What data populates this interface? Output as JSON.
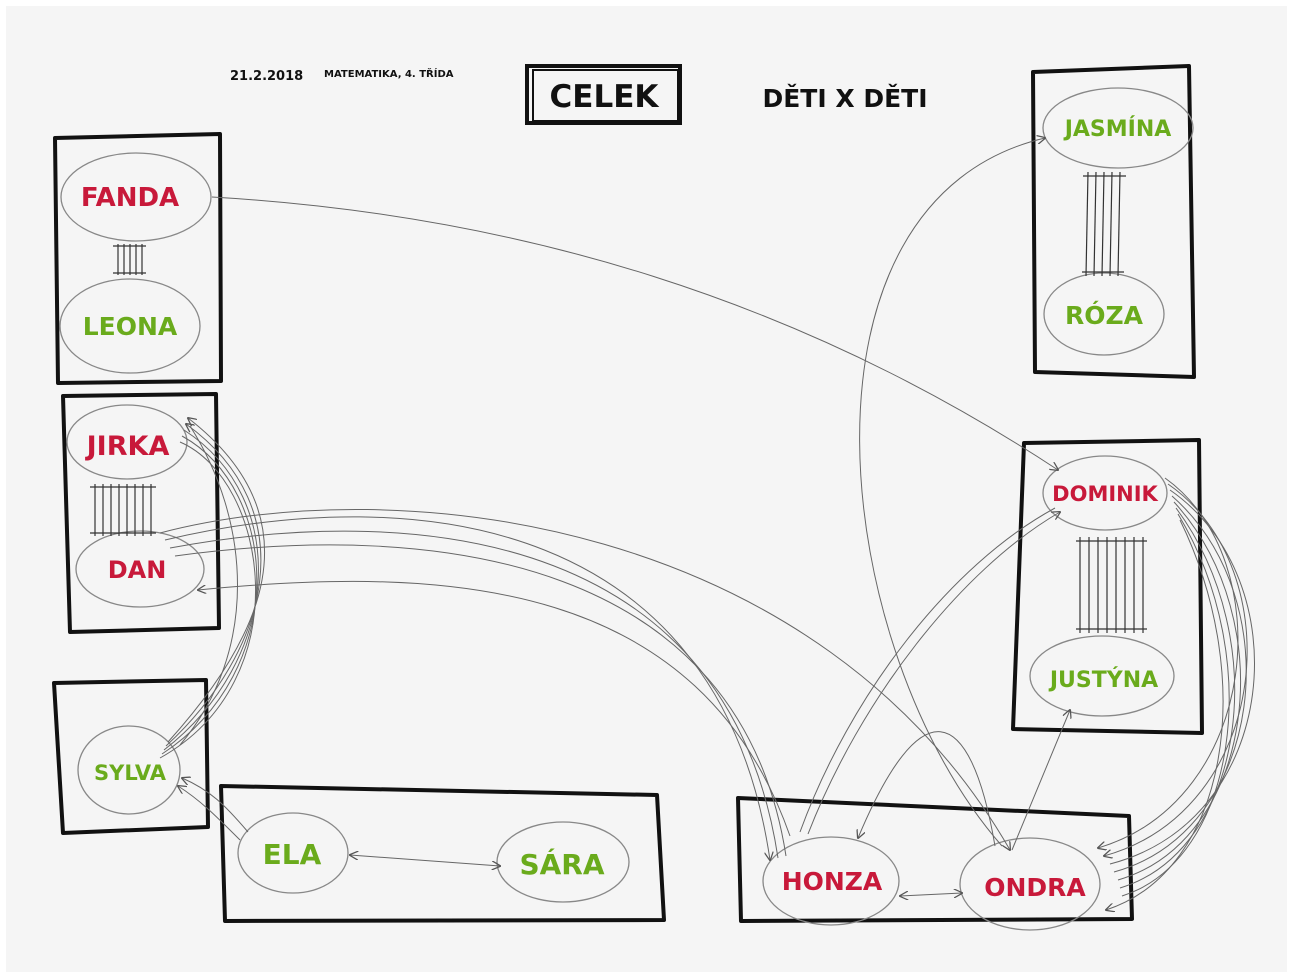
{
  "header": {
    "date": "21.2.2018",
    "subject": "MATEMATIKA, 4. TŘÍDA",
    "title": "CELEK",
    "subtitle": "DĚTI X DĚTI"
  },
  "colors": {
    "boy": "#c8193a",
    "girl": "#6aab1c",
    "ink": "#111111",
    "pencil": "#777777"
  },
  "children": {
    "fanda": "FANDA",
    "leona": "LEONA",
    "jirka": "JIRKA",
    "dan": "DAN",
    "sylva": "SYLVA",
    "ela": "ELA",
    "sara": "SÁRA",
    "jasmina": "JASMÍNA",
    "roza": "RÓZA",
    "dominik": "DOMINIK",
    "justyna": "JUSTÝNA",
    "honza": "HONZA",
    "ondra": "ONDRA"
  }
}
